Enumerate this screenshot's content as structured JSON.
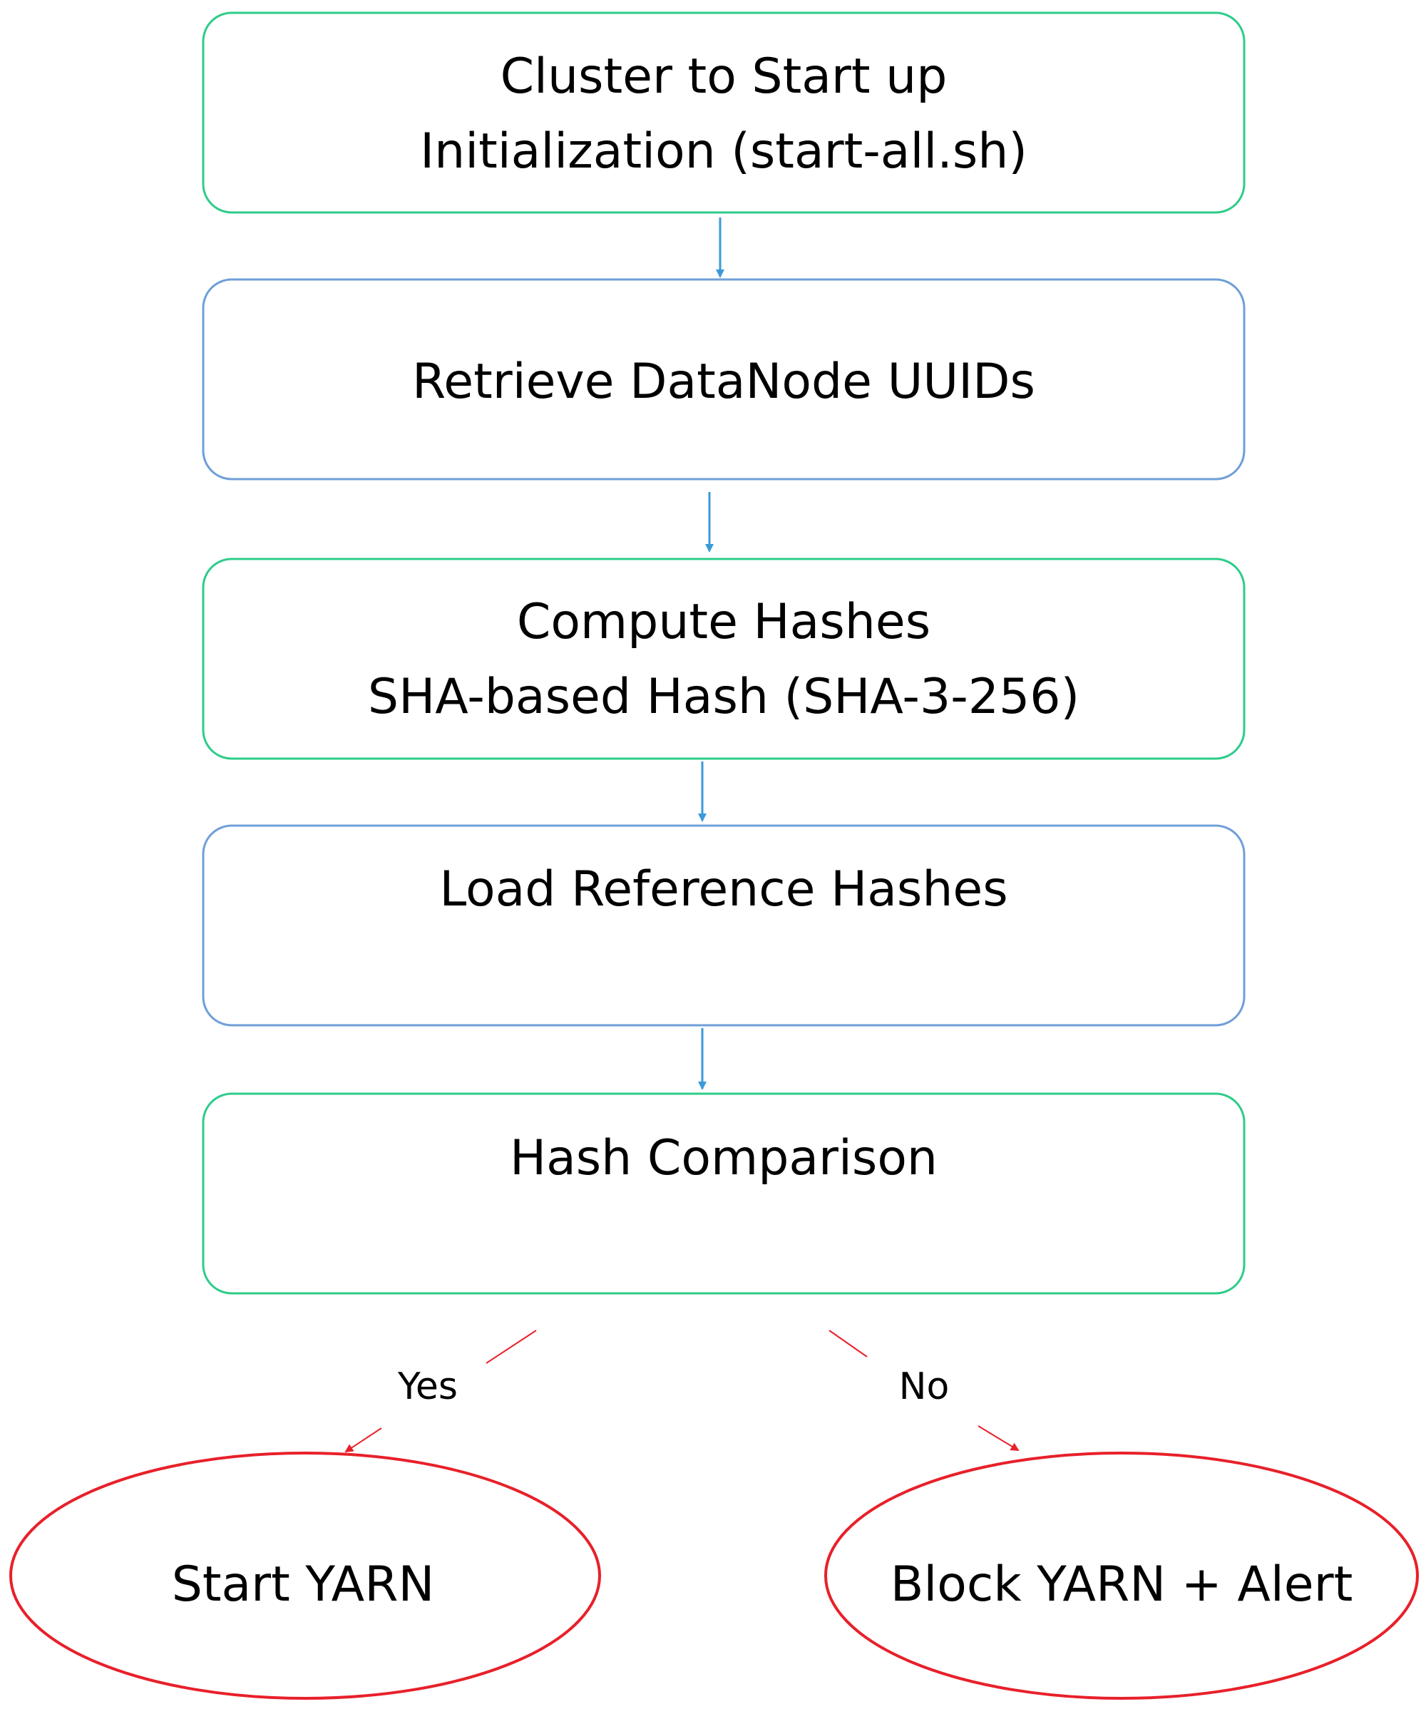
{
  "nodes": {
    "startup": {
      "line1": "Cluster to Start up",
      "line2": "Initialization (start-all.sh)",
      "border_color": "#2ecc8a"
    },
    "retrieve": {
      "line1": "Retrieve DataNode UUIDs",
      "border_color": "#6f9fd8"
    },
    "compute": {
      "line1": "Compute Hashes",
      "line2": "SHA-based Hash (SHA-3-256)",
      "border_color": "#2ecc8a"
    },
    "load": {
      "line1": "Load Reference Hashes",
      "border_color": "#6f9fd8"
    },
    "compare": {
      "line1": "Hash Comparison",
      "border_color": "#2ecc8a"
    },
    "start_yarn": {
      "line1": "Start YARN",
      "border_color": "#e8202a"
    },
    "block_yarn": {
      "line1": "Block YARN + Alert",
      "border_color": "#e8202a"
    }
  },
  "edges": {
    "yes_label": "Yes",
    "no_label": "No",
    "flow_arrow_color": "#3a9ad9",
    "branch_arrow_color": "#e8202a"
  }
}
